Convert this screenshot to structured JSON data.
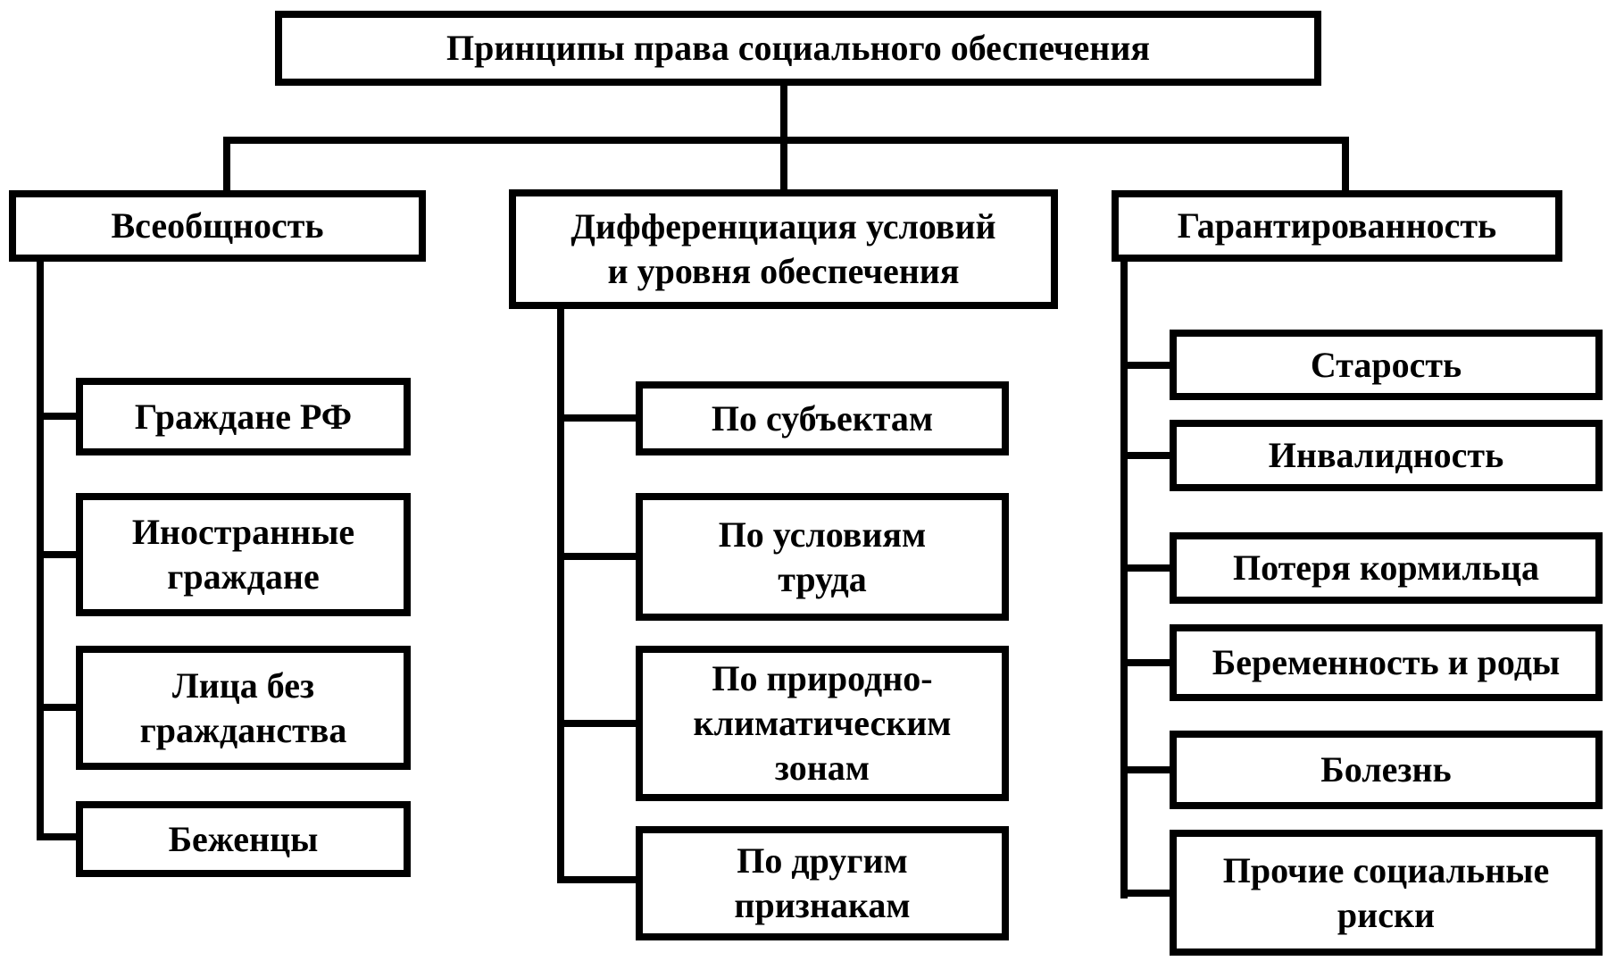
{
  "diagram": {
    "root": "Принципы права социального обеспечения",
    "branches": [
      {
        "label": "Всеобщность",
        "children": [
          "Граждане РФ",
          "Иностранные\nграждане",
          "Лица без\nгражданства",
          "Беженцы"
        ]
      },
      {
        "label": "Дифференциация условий\nи уровня обеспечения",
        "children": [
          "По субъектам",
          "По условиям\nтруда",
          "По природно-\nклиматическим\nзонам",
          "По другим\nпризнакам"
        ]
      },
      {
        "label": "Гарантированность",
        "children": [
          "Старость",
          "Инвалидность",
          "Потеря кормильца",
          "Беременность и роды",
          "Болезнь",
          "Прочие социальные\nриски"
        ]
      }
    ],
    "colors": {
      "background": "#ffffff",
      "box_fill": "#ffffff",
      "border": "#000000",
      "text": "#000000",
      "line": "#000000"
    }
  }
}
